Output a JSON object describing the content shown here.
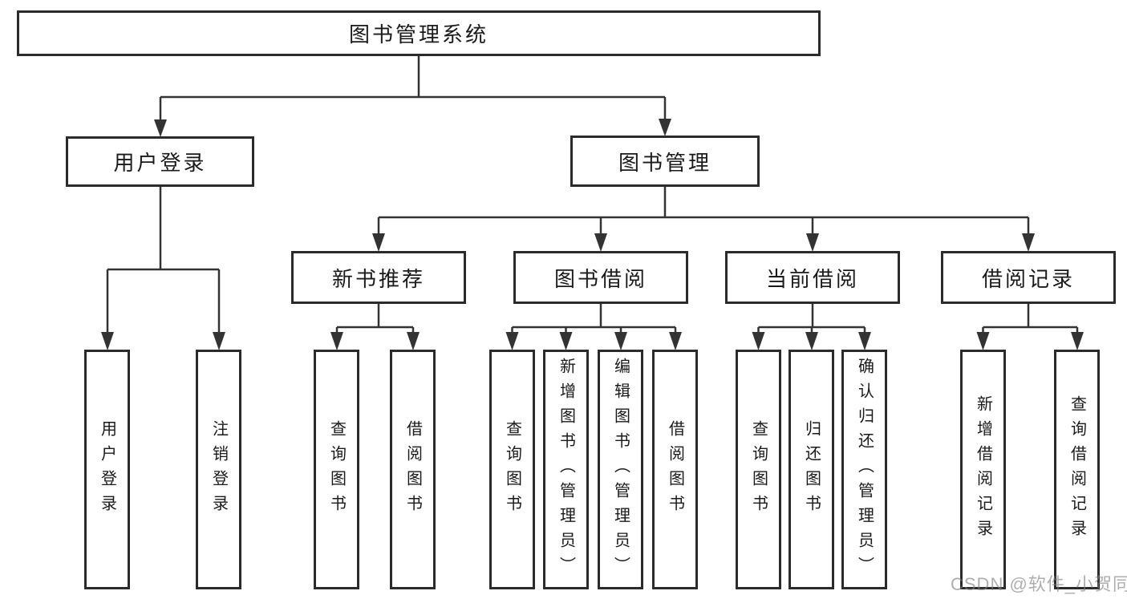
{
  "diagram": {
    "root": {
      "label": "图书管理系统"
    },
    "level2": [
      {
        "label": "用户登录"
      },
      {
        "label": "图书管理"
      }
    ],
    "level3": [
      {
        "label": "新书推荐"
      },
      {
        "label": "图书借阅"
      },
      {
        "label": "当前借阅"
      },
      {
        "label": "借阅记录"
      }
    ],
    "leaves": {
      "user_login": [
        {
          "label": "用户登录"
        },
        {
          "label": "注销登录"
        }
      ],
      "new_books": [
        {
          "label": "查询图书"
        },
        {
          "label": "借阅图书"
        }
      ],
      "book_borrow": [
        {
          "label": "查询图书"
        },
        {
          "label": "新增图书（管理员）"
        },
        {
          "label": "编辑图书（管理员）"
        },
        {
          "label": "借阅图书"
        }
      ],
      "current_borrow": [
        {
          "label": "查询图书"
        },
        {
          "label": "归还图书"
        },
        {
          "label": "确认归还（管理员）"
        }
      ],
      "borrow_records": [
        {
          "label": "新增借阅记录"
        },
        {
          "label": "查询借阅记录"
        }
      ]
    },
    "watermark": "CSDN @软件_小贺同学",
    "colors": {
      "line": "#333333",
      "border": "#2b2b2b",
      "text": "#1a1a1a",
      "background": "#ffffff",
      "watermark": "#7d7d7d"
    }
  }
}
